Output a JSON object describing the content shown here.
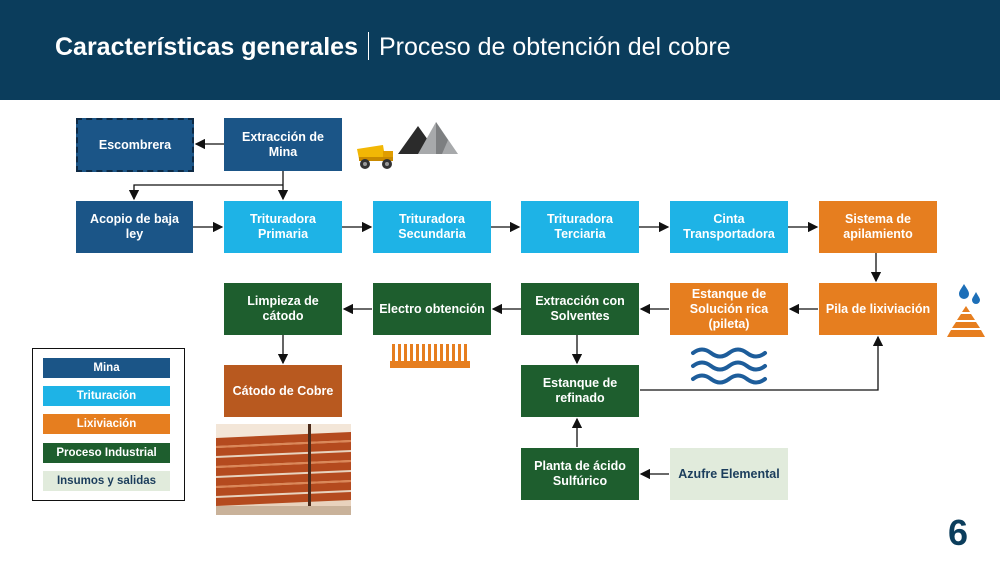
{
  "header": {
    "title_bold": "Características generales",
    "title_rest": "Proceso de obtención del cobre"
  },
  "nodes": {
    "escombrera": "Escombrera",
    "extraccion_mina": "Extracción de Mina",
    "acopio": "Acopio de baja ley",
    "trituradora_primaria": "Trituradora Primaria",
    "trituradora_secundaria": "Trituradora Secundaria",
    "trituradora_terciaria": "Trituradora Terciaria",
    "cinta": "Cinta Transportadora",
    "sistema_apilamiento": "Sistema de apilamiento",
    "pila_lixiviacion": "Pila de lixiviación",
    "estanque_solucion": "Estanque de Solución rica (pileta)",
    "extraccion_solventes": "Extracción con Solventes",
    "electro_obtencion": "Electro obtención",
    "limpieza_catodo": "Limpieza de cátodo",
    "catodo_cobre": "Cátodo de Cobre",
    "estanque_refinado": "Estanque de refinado",
    "planta_acido": "Planta de ácido Sulfúrico",
    "azufre": "Azufre Elemental"
  },
  "legend": {
    "mina": "Mina",
    "trituracion": "Trituración",
    "lixiviacion": "Lixiviación",
    "proceso_industrial": "Proceso Industrial",
    "insumos": "Insumos y salidas"
  },
  "colors": {
    "header": "#0b3d5c",
    "mina": "#1b5587",
    "trituracion": "#1eb3e6",
    "lixiviacion": "#e67e1f",
    "proceso_industrial": "#1e5e2e",
    "insumos": "#e1ebdc",
    "catodo": "#b8591f"
  },
  "icons": [
    "mining-truck-icon",
    "mountain-icon",
    "water-drops-icon",
    "heap-pile-icon",
    "cathode-plate-icon",
    "water-waves-icon",
    "copper-cathodes-photo"
  ],
  "page_number": "6"
}
